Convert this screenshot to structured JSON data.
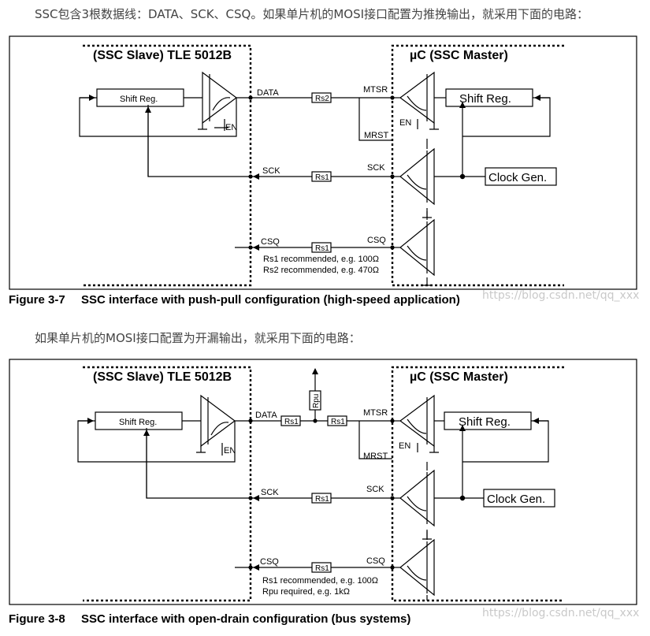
{
  "intro_1": "SSC包含3根数据线：DATA、SCK、CSQ。如果单片机的MOSI接口配置为推挽输出，就采用下面的电路：",
  "intro_2": "如果单片机的MOSI接口配置为开漏输出，就采用下面的电路：",
  "watermark": "https://blog.csdn.net/qq_xxx",
  "figures": [
    {
      "number": "Figure 3-7",
      "caption": "SSC interface with push-pull configuration (high-speed application)",
      "slave_title": "(SSC Slave) TLE 5012B",
      "master_title": "µC (SSC Master)",
      "shift_reg_left": "Shift Reg.",
      "shift_reg_right": "Shift Reg.",
      "clock_gen": "Clock Gen.",
      "en_left": "EN",
      "en_right": "EN",
      "data_label": "DATA",
      "mtsr_label": "MTSR",
      "mrst_label": "MRST",
      "sck_left": "SCK",
      "sck_right": "SCK",
      "csq_left": "CSQ",
      "csq_right": "CSQ",
      "res_data": "Rs2",
      "res_sck": "Rs1",
      "res_csq": "Rs1",
      "note_1": "Rs1 recommended, e.g. 100Ω",
      "note_2": "Rs2 recommended, e.g. 470Ω"
    },
    {
      "number": "Figure 3-8",
      "caption": "SSC interface with open-drain configuration (bus systems)",
      "slave_title": "(SSC Slave) TLE 5012B",
      "master_title": "µC (SSC Master)",
      "shift_reg_left": "Shift Reg.",
      "shift_reg_right": "Shift Reg.",
      "clock_gen": "Clock Gen.",
      "en_left": "EN",
      "en_right": "EN",
      "data_label": "DATA",
      "mtsr_label": "MTSR",
      "mrst_label": "MRST",
      "sck_left": "SCK",
      "sck_right": "SCK",
      "csq_left": "CSQ",
      "csq_right": "CSQ",
      "res_data_1": "Rs1",
      "res_data_2": "Rs1",
      "res_pu": "Rpu",
      "res_sck": "Rs1",
      "res_csq": "Rs1",
      "note_1": "Rs1 recommended, e.g. 100Ω",
      "note_2": "Rpu required, e.g. 1kΩ"
    }
  ]
}
